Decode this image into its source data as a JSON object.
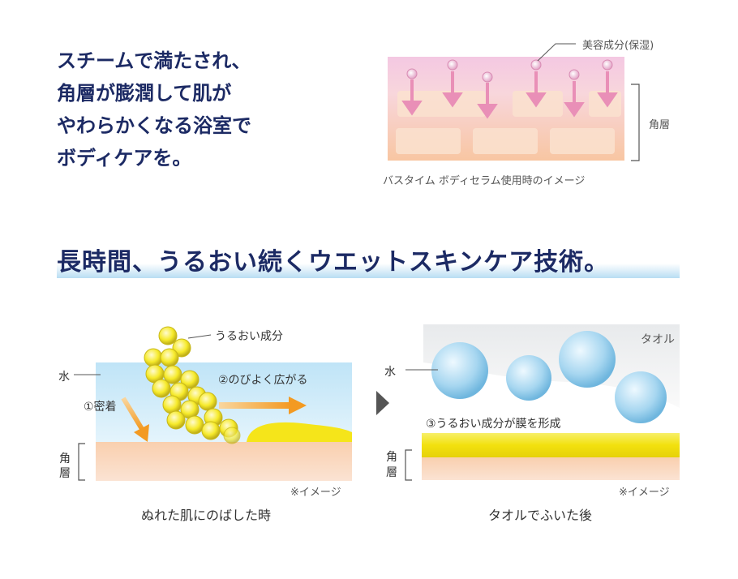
{
  "intro": {
    "lines": [
      "スチームで満たされ、",
      "角層が膨潤して肌が",
      "やわらかくなる浴室で",
      "ボディケアを。"
    ]
  },
  "top_diagram": {
    "ingredient_label": "美容成分(保湿)",
    "layer_label": "角層",
    "caption": "バスタイム ボディセラム使用時のイメージ"
  },
  "headline": "長時間、うるおい続くウエットスキンケア技術。",
  "left_panel": {
    "moisture_label": "うるおい成分",
    "water_label": "水",
    "step1_label": "①密着",
    "step2_label": "②のびよく広がる",
    "layer_label_1": "角",
    "layer_label_2": "層",
    "note": "※イメージ",
    "caption": "ぬれた肌にのばした時"
  },
  "right_panel": {
    "towel_label": "タオル",
    "water_label": "水",
    "step3_label": "③うるおい成分が膜を形成",
    "layer_label_1": "角",
    "layer_label_2": "層",
    "note": "※イメージ",
    "caption": "タオルでふいた後"
  },
  "colors": {
    "navy": "#1c2a64",
    "pink": "#f3c3dc",
    "skin": "#f7c9a7",
    "water_blue": "#c7e8f8",
    "yellow": "#f5e51a",
    "orange_arrow": "#f5a030"
  }
}
